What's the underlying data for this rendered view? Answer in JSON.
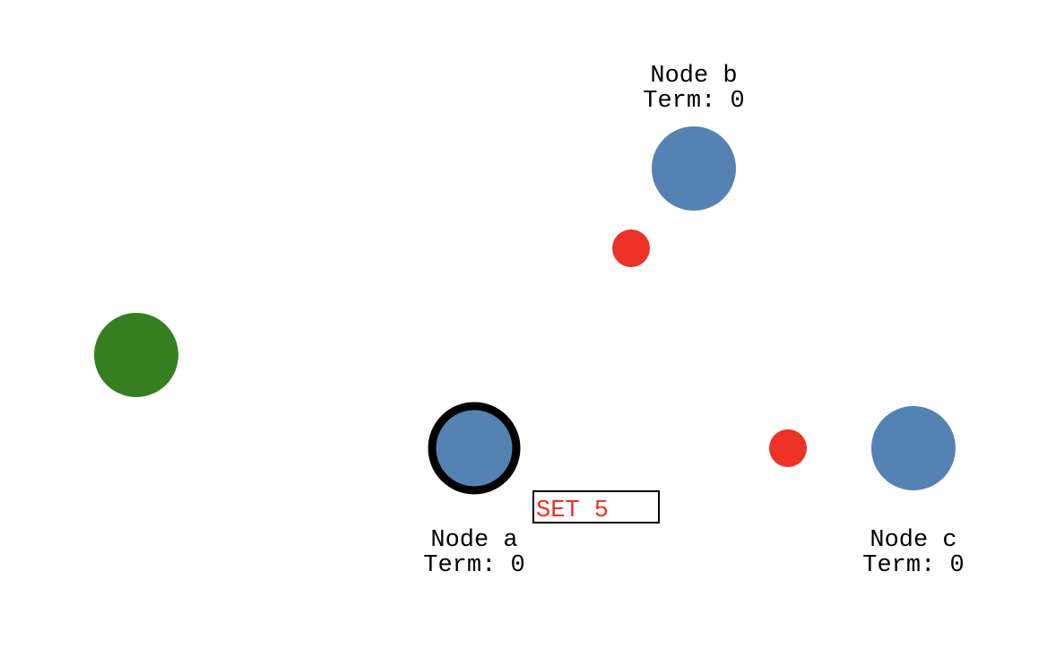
{
  "colors": {
    "background": "#ffffff",
    "node_fill": "#5482b3",
    "leader_outline": "#000000",
    "client_fill": "#357f21",
    "message_fill": "#eb3224",
    "text": "#000000",
    "command_text": "#eb3224"
  },
  "nodes": {
    "a": {
      "label": "Node a",
      "term": "Term: 0",
      "highlighted": true
    },
    "b": {
      "label": "Node b",
      "term": "Term: 0",
      "highlighted": false
    },
    "c": {
      "label": "Node c",
      "term": "Term: 0",
      "highlighted": false
    }
  },
  "client": {
    "shape": "circle",
    "color": "#357f21"
  },
  "messages_in_flight": 2,
  "command": {
    "text": "SET 5"
  }
}
